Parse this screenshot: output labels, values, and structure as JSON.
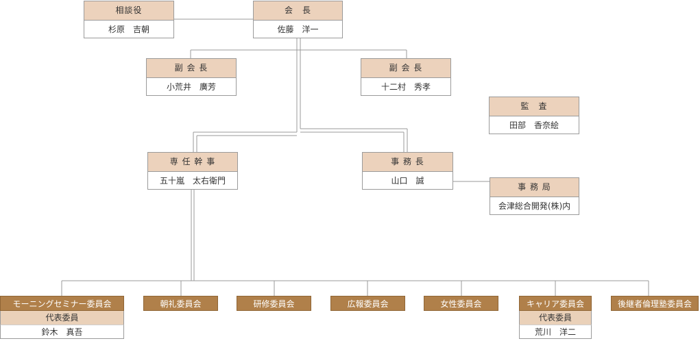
{
  "nodes": {
    "advisor": {
      "title": "相談役",
      "name": "杉原　吉朝"
    },
    "president": {
      "title": "会　長",
      "name": "佐藤　洋一"
    },
    "vp1": {
      "title": "副 会 長",
      "name": "小荒井　廣芳"
    },
    "vp2": {
      "title": "副 会 長",
      "name": "十二村　秀孝"
    },
    "auditor": {
      "title": "監　査",
      "name": "田部　香奈絵"
    },
    "executive": {
      "title": "専 任 幹 事",
      "name": "五十嵐　太右衛門"
    },
    "secretary": {
      "title": "事 務 長",
      "name": "山口　誠"
    },
    "office": {
      "title": "事 務 局",
      "name": "会津総合開発(株)内"
    }
  },
  "committees": [
    {
      "label": "モーニングセミナー委員会",
      "sub": "代表委員",
      "name": "鈴木　真吾"
    },
    {
      "label": "朝礼委員会"
    },
    {
      "label": "研修委員会"
    },
    {
      "label": "広報委員会"
    },
    {
      "label": "女性委員会"
    },
    {
      "label": "キャリア委員会",
      "sub": "代表委員",
      "name": "荒川　洋二"
    },
    {
      "label": "後継者倫理塾委員会"
    }
  ],
  "colors": {
    "header_fill": "#ecd2bc",
    "committee_fill": "#b0804a",
    "line": "#9a9a9a"
  }
}
